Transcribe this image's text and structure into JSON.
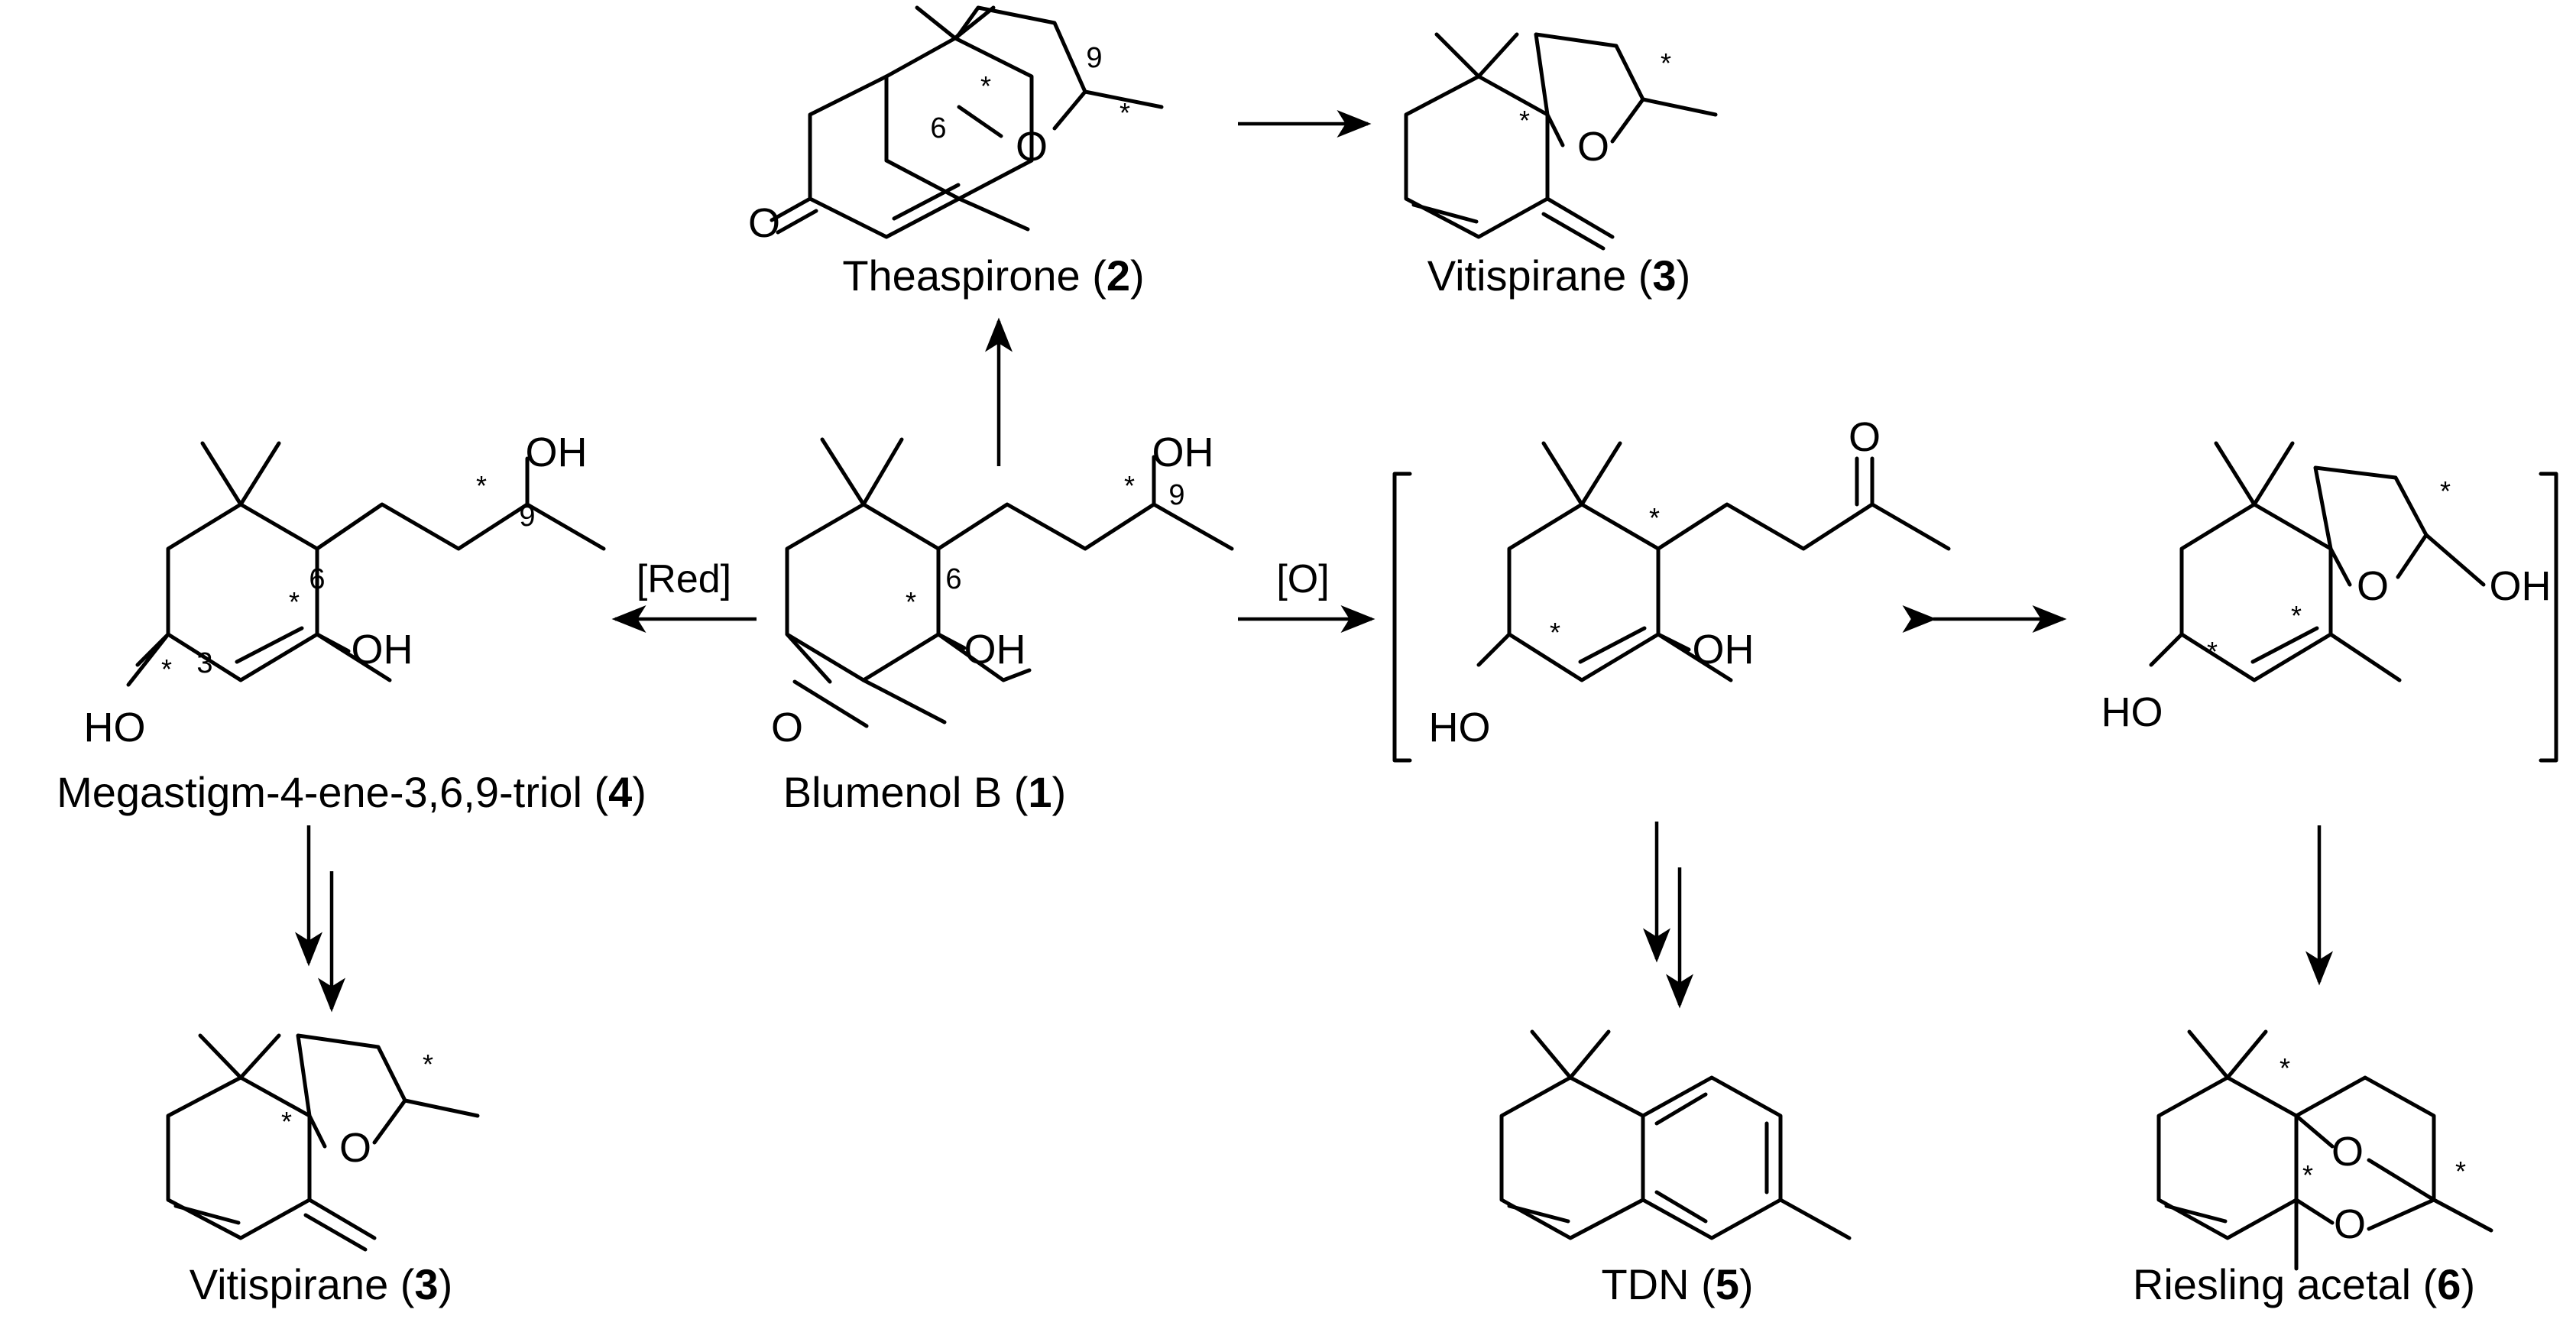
{
  "compounds": {
    "blumenol": {
      "name": "Blumenol B (",
      "number": "1",
      "close": ")"
    },
    "theaspirone": {
      "name": "Theaspirone (",
      "number": "2",
      "close": ")"
    },
    "vitispirane_top": {
      "name": "Vitispirane (",
      "number": "3",
      "close": ")"
    },
    "vitispirane_bottom": {
      "name": "Vitispirane (",
      "number": "3",
      "close": ")"
    },
    "megastigm": {
      "name": "Megastigm-4-ene-3,6,9-triol  (",
      "number": "4",
      "close": ")"
    },
    "tdn": {
      "name": "TDN (",
      "number": "5",
      "close": ")"
    },
    "riesling": {
      "name": "Riesling acetal (",
      "number": "6",
      "close": ")"
    }
  },
  "conditions": {
    "reduction": "[Red]",
    "oxidation": "[O]"
  },
  "atoms": {
    "oh": "OH",
    "ho": "HO",
    "o": "O"
  },
  "marks": {
    "star": "*",
    "c3": "3",
    "c6": "6",
    "c9": "9"
  }
}
